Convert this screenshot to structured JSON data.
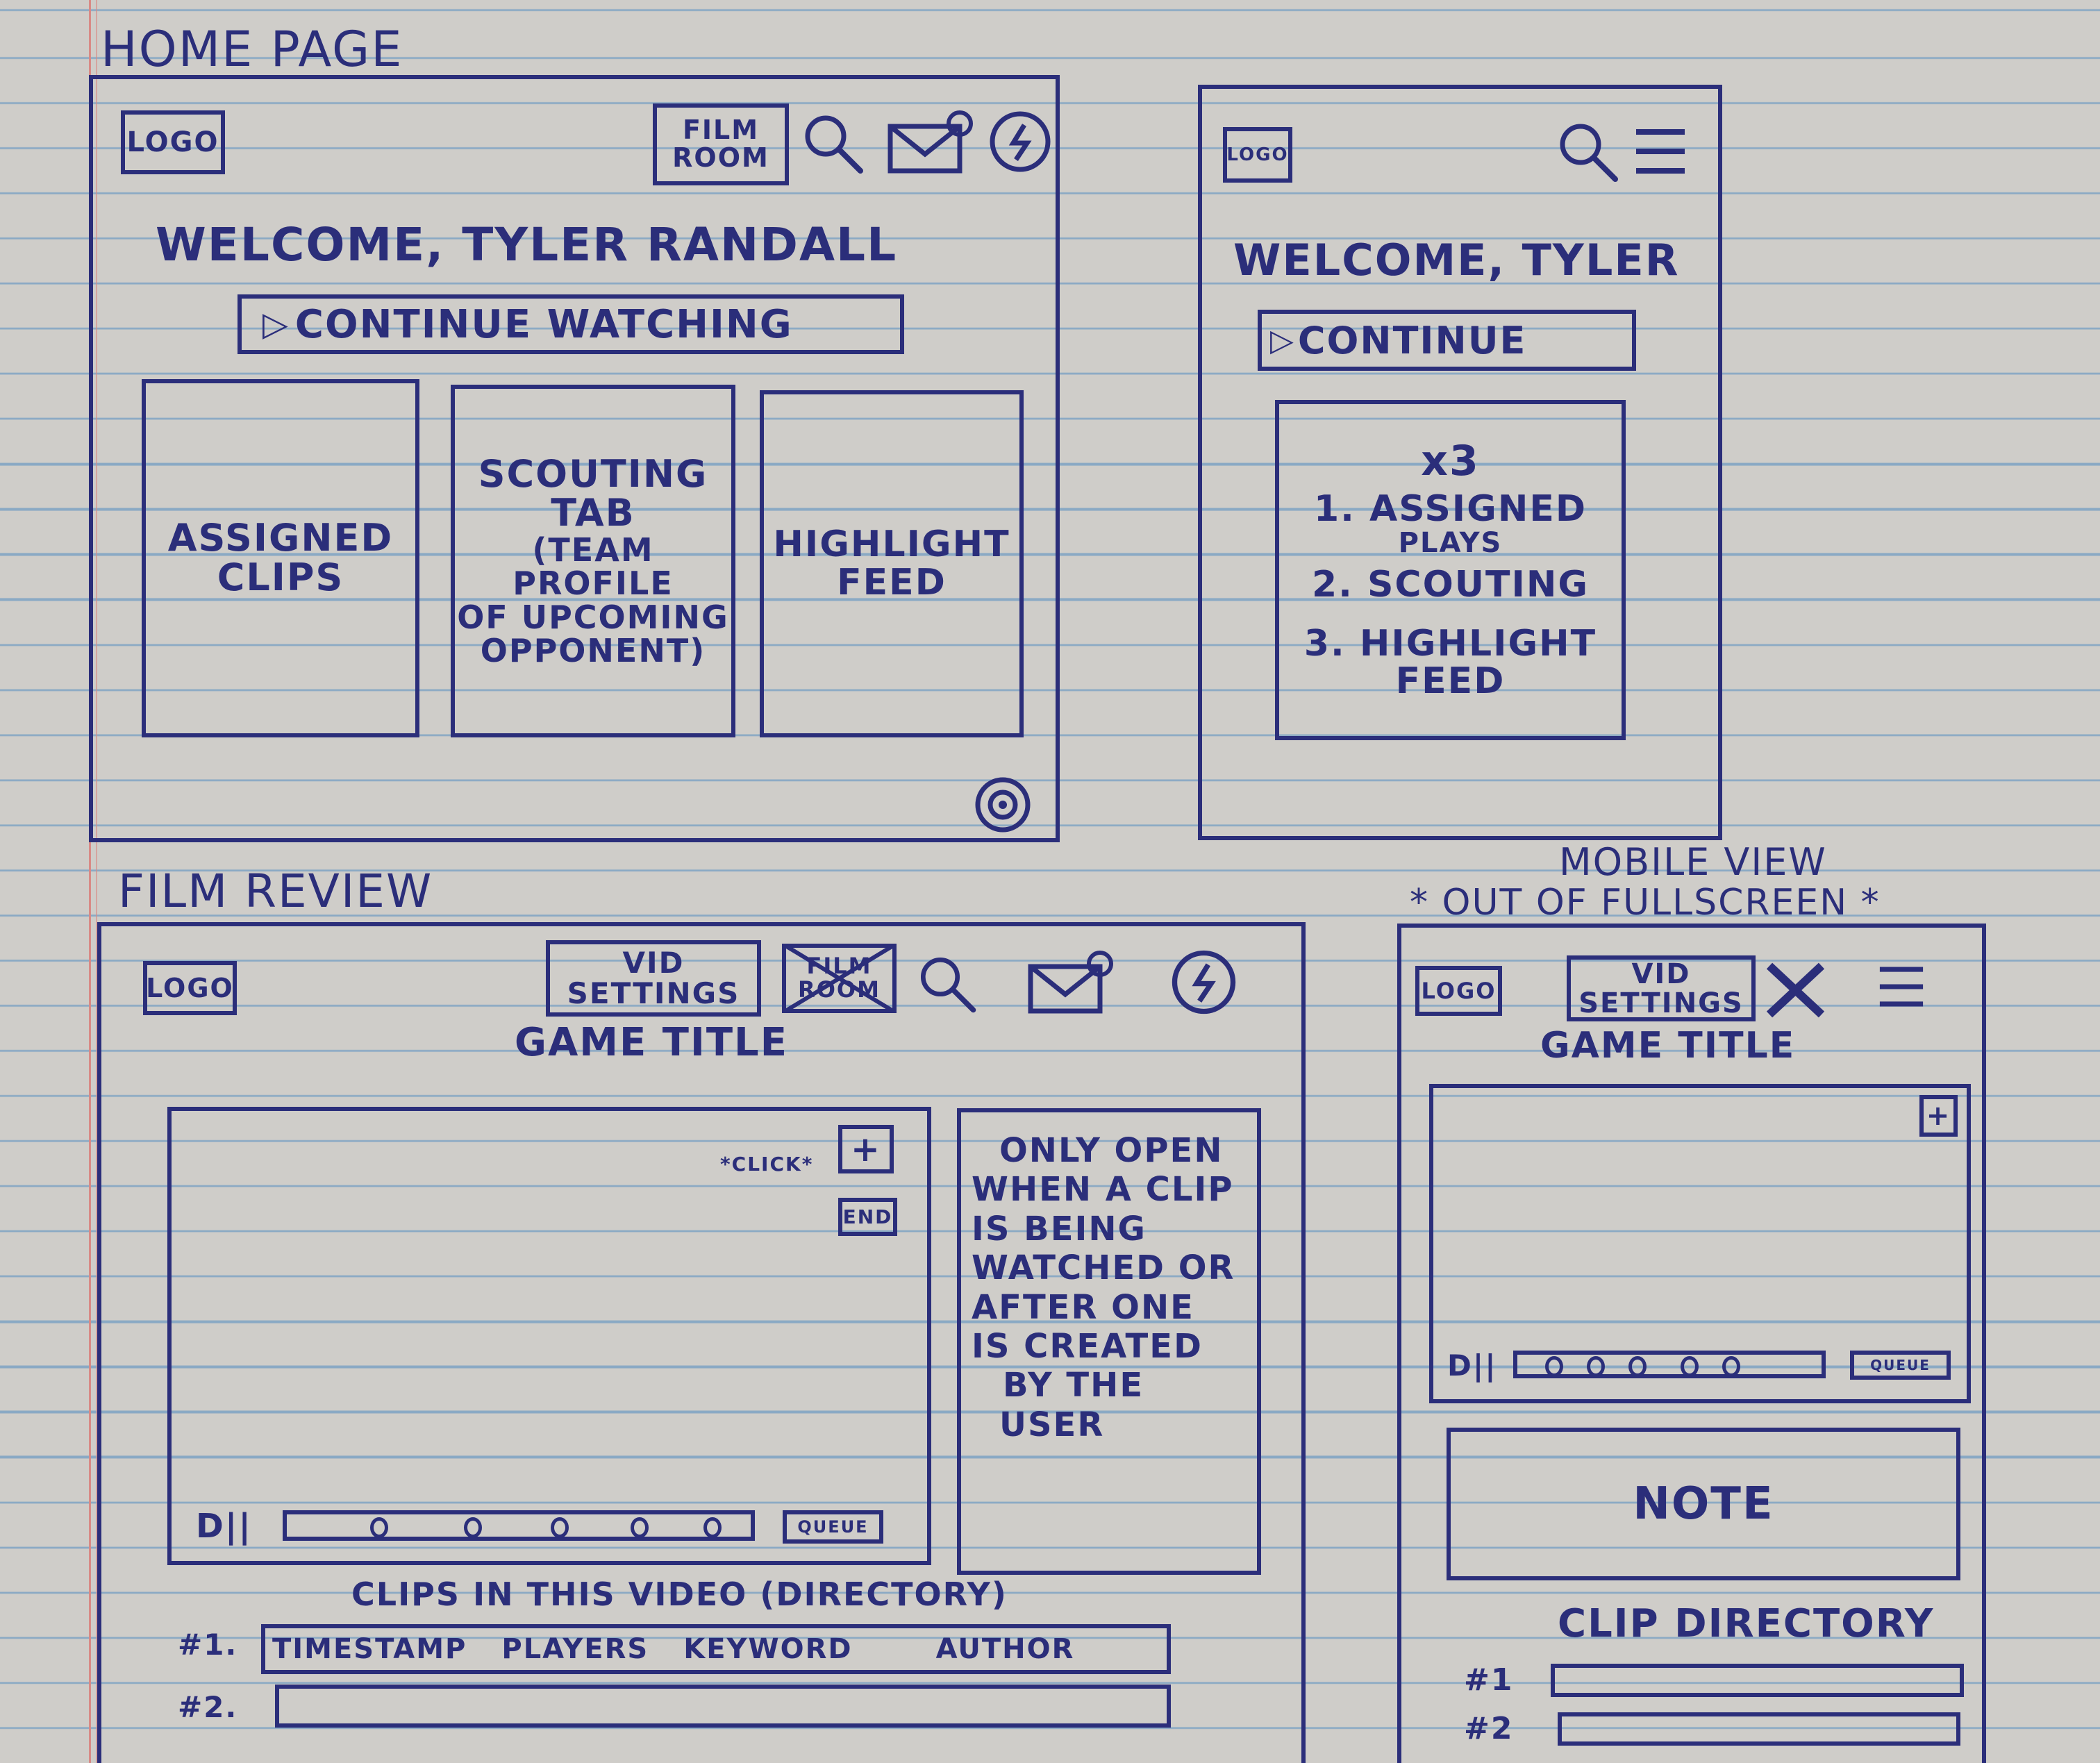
{
  "sections": {
    "home_page": "HOME PAGE",
    "film_review": "FILM REVIEW",
    "mobile_view": "MOBILE VIEW",
    "mobile_view_note": "* OUT OF FULLSCREEN *"
  },
  "home_desktop": {
    "logo": "LOGO",
    "film_room_line1": "FILM",
    "film_room_line2": "ROOM",
    "welcome": "WELCOME, TYLER RANDALL",
    "continue": "CONTINUE WATCHING",
    "cards": [
      {
        "lines": [
          "ASSIGNED",
          "CLIPS"
        ]
      },
      {
        "lines": [
          "SCOUTING",
          "TAB",
          "(TEAM PROFILE",
          "OF UPCOMING",
          "OPPONENT)"
        ]
      },
      {
        "lines": [
          "HIGHLIGHT",
          "FEED"
        ]
      }
    ]
  },
  "home_mobile": {
    "logo": "LOGO",
    "welcome": "WELCOME, TYLER",
    "continue": "CONTINUE",
    "stack": {
      "count": "x3",
      "item1_a": "1. ASSIGNED",
      "item1_b": "PLAYS",
      "item2": "2. SCOUTING",
      "item3_a": "3. HIGHLIGHT",
      "item3_b": "FEED"
    }
  },
  "film_desktop": {
    "logo": "LOGO",
    "vid_settings_line1": "VID",
    "vid_settings_line2": "SETTINGS",
    "film_room_line1": "FILM",
    "film_room_line2": "ROOM",
    "game_title": "GAME TITLE",
    "click_note": "*CLICK*",
    "plus": "+",
    "end": "END",
    "controls": "D||",
    "queue": "QUEUE",
    "side_panel": [
      "ONLY OPEN",
      "WHEN A CLIP",
      "IS BEING",
      "WATCHED OR",
      "AFTER ONE",
      "IS CREATED",
      "BY THE",
      "USER"
    ],
    "clips_heading": "CLIPS IN THIS VIDEO (DIRECTORY)",
    "rows": [
      {
        "num": "#1.",
        "columns": [
          "TIMESTAMP",
          "PLAYERS",
          "KEYWORD",
          "AUTHOR"
        ]
      },
      {
        "num": "#2.",
        "columns": []
      }
    ]
  },
  "film_mobile": {
    "logo": "LOGO",
    "vid_settings_line1": "VID",
    "vid_settings_line2": "SETTINGS",
    "game_title": "GAME TITLE",
    "plus": "+",
    "controls": "D||",
    "queue": "QUEUE",
    "note": "NOTE",
    "clip_directory": "CLIP DIRECTORY",
    "rows": [
      "#1",
      "#2"
    ]
  },
  "icons": [
    "search-icon",
    "mail-icon",
    "lightning-icon",
    "settings-icon",
    "menu-icon",
    "close-icon"
  ],
  "colors": {
    "ink": "#2b2e7a",
    "paper": "#cfcdc9",
    "rule": "#8aa9c4",
    "margin": "#d88a86"
  }
}
